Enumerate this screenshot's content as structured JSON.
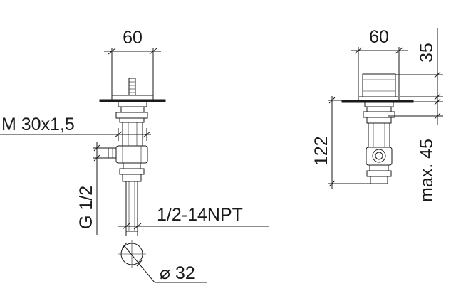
{
  "left_view": {
    "width_label": "60",
    "thread_label": "M 30x1,5",
    "pipe_thread_label": "G 1/2",
    "npt_label": "1/2-14NPT",
    "diameter_label": "⌀ 32"
  },
  "right_view": {
    "width_label": "60",
    "height_top_label": "35",
    "height_total_label": "122",
    "max_label": "max. 45"
  }
}
